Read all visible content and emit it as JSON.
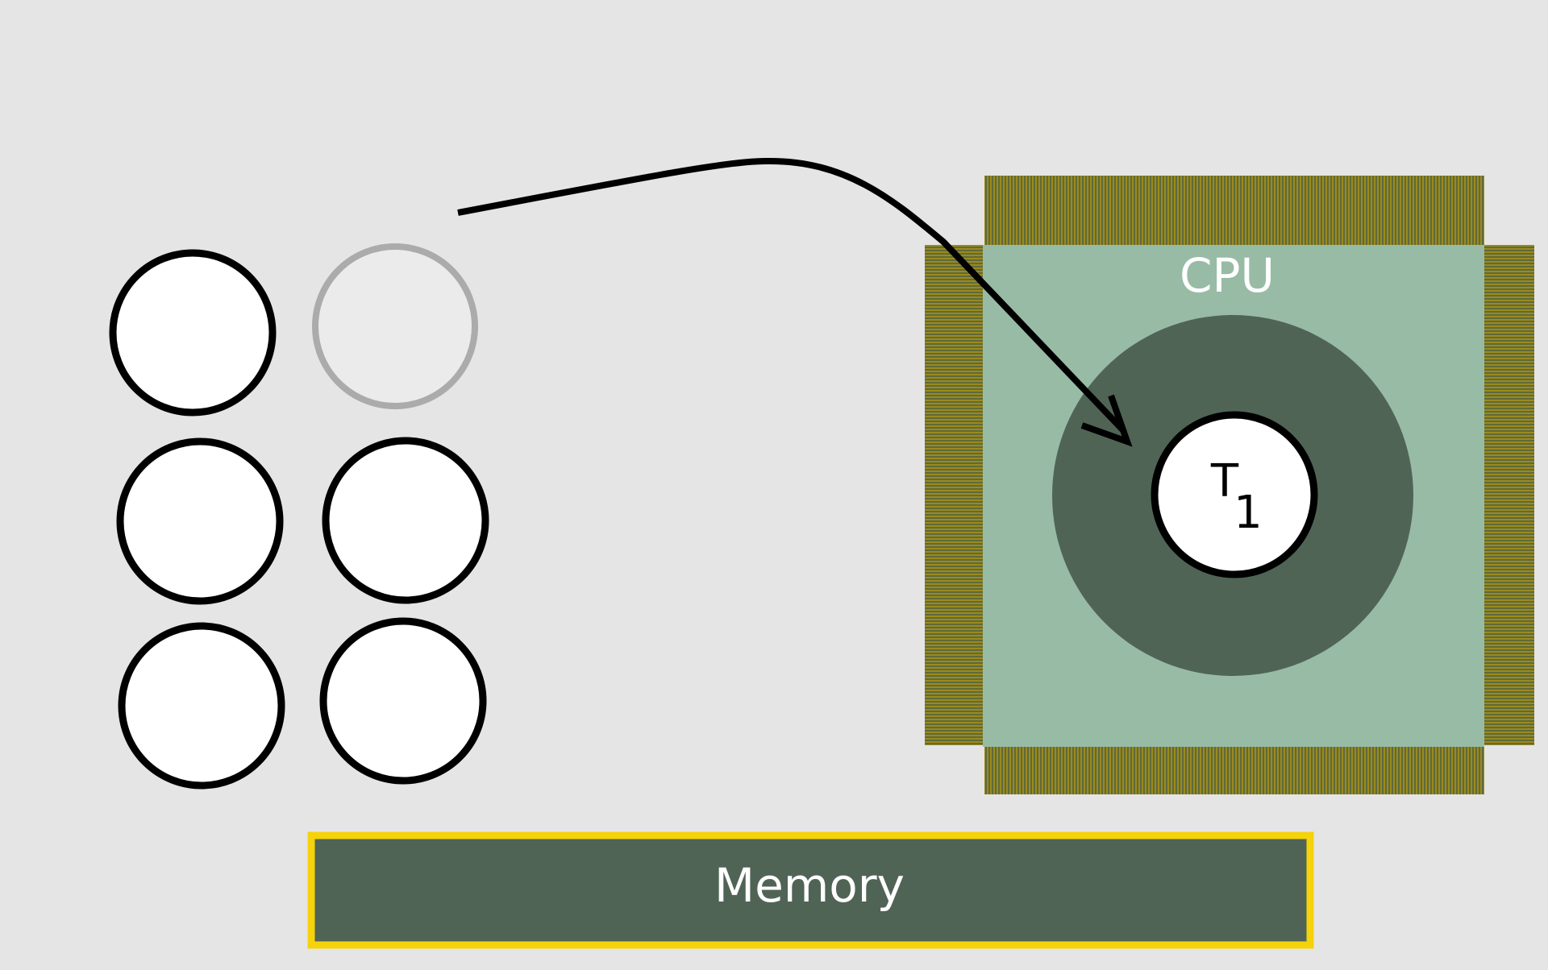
{
  "diagram": {
    "cpu": {
      "label": "CPU",
      "die_color": "#98bba6",
      "core_color": "#506456",
      "pin_color": "#8a7a1e",
      "pin_stripe_color": "#5f6a3a"
    },
    "running_thread": {
      "letter": "T",
      "subscript": "1"
    },
    "memory": {
      "label": "Memory",
      "fill_color": "#506456",
      "border_color": "#f5d20a"
    },
    "thread_pool": {
      "count": 6,
      "moved_slot_color": "#ababab"
    },
    "arrow": {
      "from": "thread-pool",
      "to": "running-thread"
    }
  }
}
